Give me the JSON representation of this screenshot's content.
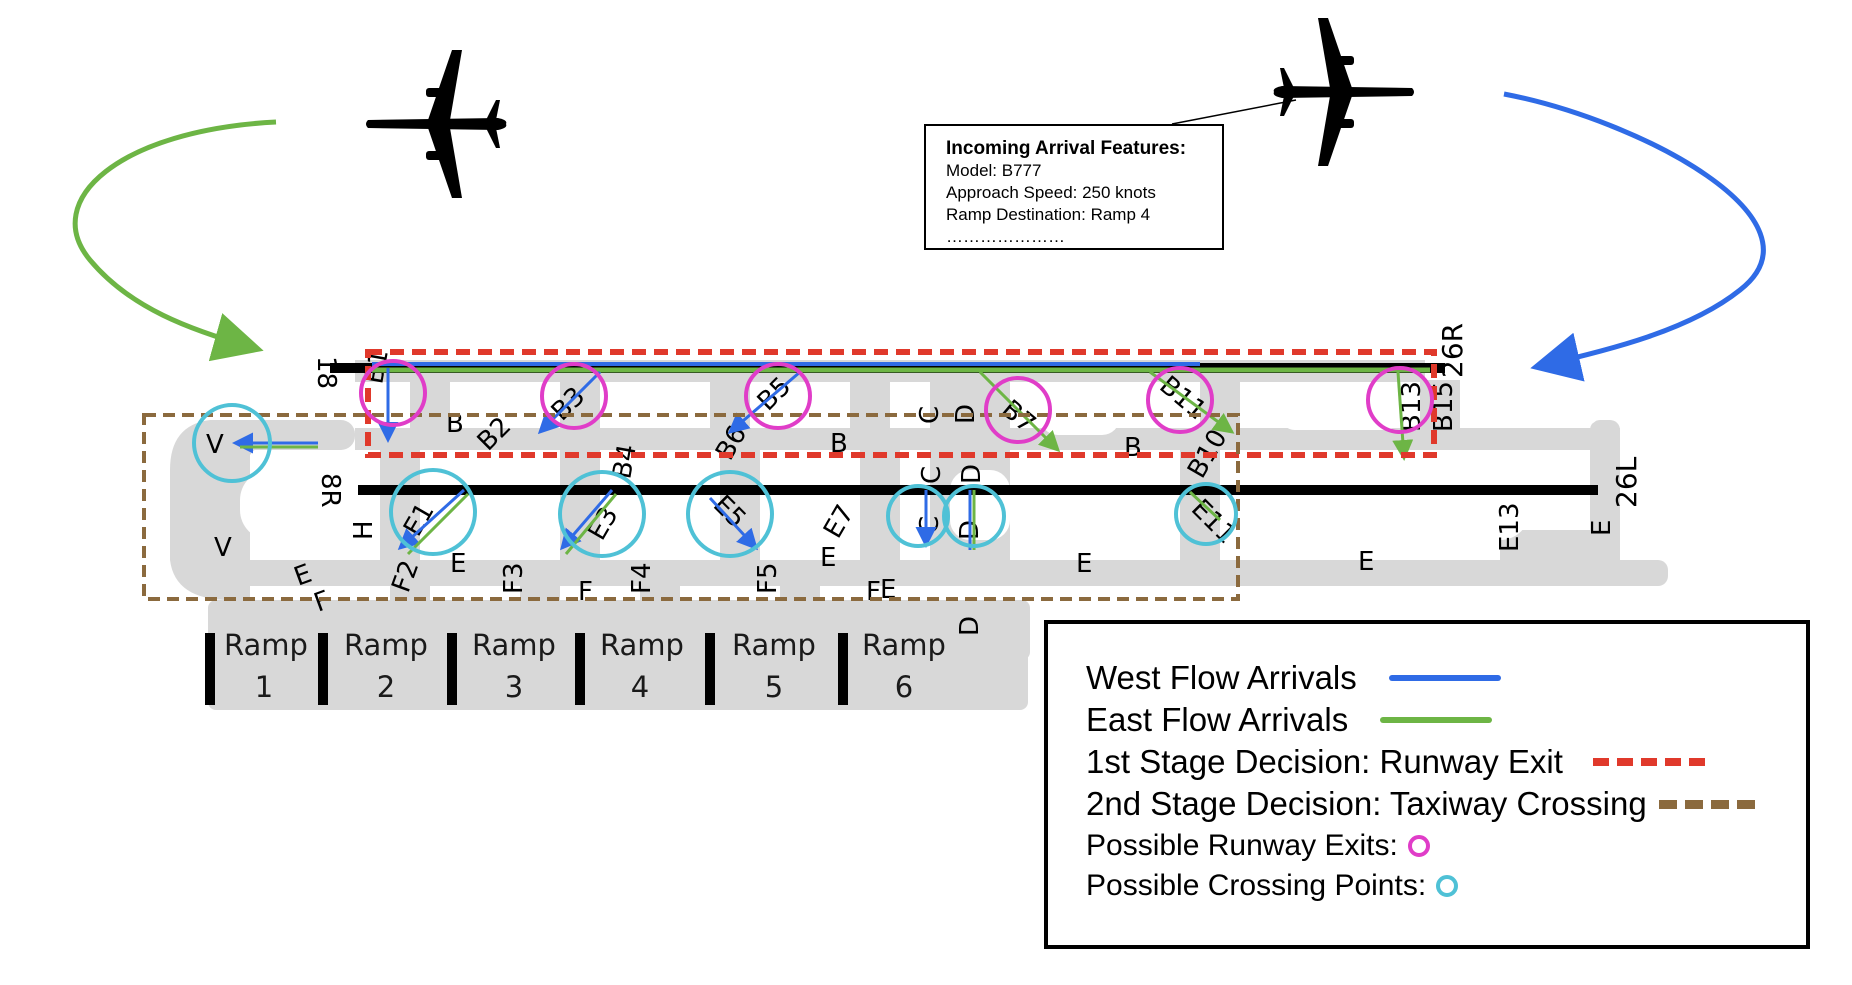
{
  "colors": {
    "west_flow": "#2f6be6",
    "east_flow": "#6db545",
    "stage1": "#e0392b",
    "stage2": "#8b6a3e",
    "exit_circle": "#e03dc8",
    "crossing_circle": "#4fc1d6",
    "pavement": "#d8d8d8",
    "runway": "#000000"
  },
  "info_box": {
    "title": "Incoming Arrival Features:",
    "line1": "Model: B777",
    "line2": "Approach Speed: 250 knots",
    "line3": "Ramp Destination: Ramp 4",
    "line4": "…………………"
  },
  "runways": {
    "north_west_end": "18",
    "north_east_end": "26R",
    "south_west_end": "8R",
    "south_east_end": "26L"
  },
  "exit_labels": {
    "b1": "B1",
    "b3": "B3",
    "b5": "B5",
    "b7": "B7",
    "b11": "B11",
    "b13": "B13",
    "b15": "B15",
    "b2": "B2",
    "b4": "B4",
    "b6": "B6",
    "b10": "B10"
  },
  "taxiway_labels": {
    "b_a": "B",
    "b_b": "B",
    "b_c": "B",
    "c_a": "C",
    "c_b": "C",
    "c_c": "C",
    "d_a": "D",
    "d_b": "D",
    "d_c": "D",
    "d_d": "D",
    "v_a": "V",
    "v_b": "V",
    "h": "H",
    "e1": "E1",
    "e3": "E3",
    "e5": "E5",
    "e7": "E7",
    "e11": "E11",
    "e13": "E13",
    "e_a": "E",
    "e_b": "E",
    "e_c": "E",
    "e_d": "E",
    "e_e": "E",
    "e_f": "E",
    "e_g": "E",
    "f_a": "F",
    "f_b": "F",
    "f_c": "F",
    "f2": "F2",
    "f3": "F3",
    "f4": "F4",
    "f5": "F5"
  },
  "ramps": [
    {
      "word": "Ramp",
      "num": "1"
    },
    {
      "word": "Ramp",
      "num": "2"
    },
    {
      "word": "Ramp",
      "num": "3"
    },
    {
      "word": "Ramp",
      "num": "4"
    },
    {
      "word": "Ramp",
      "num": "5"
    },
    {
      "word": "Ramp",
      "num": "6"
    }
  ],
  "legend": {
    "west_flow": "West Flow Arrivals",
    "east_flow": "East Flow Arrivals",
    "stage1": "1st Stage Decision: Runway Exit",
    "stage2": "2nd Stage Decision: Taxiway Crossing",
    "exits": "Possible Runway Exits:",
    "crossings": "Possible Crossing Points:"
  },
  "icons": [
    "airplane-icon-east-facing",
    "airplane-icon-west-facing"
  ]
}
